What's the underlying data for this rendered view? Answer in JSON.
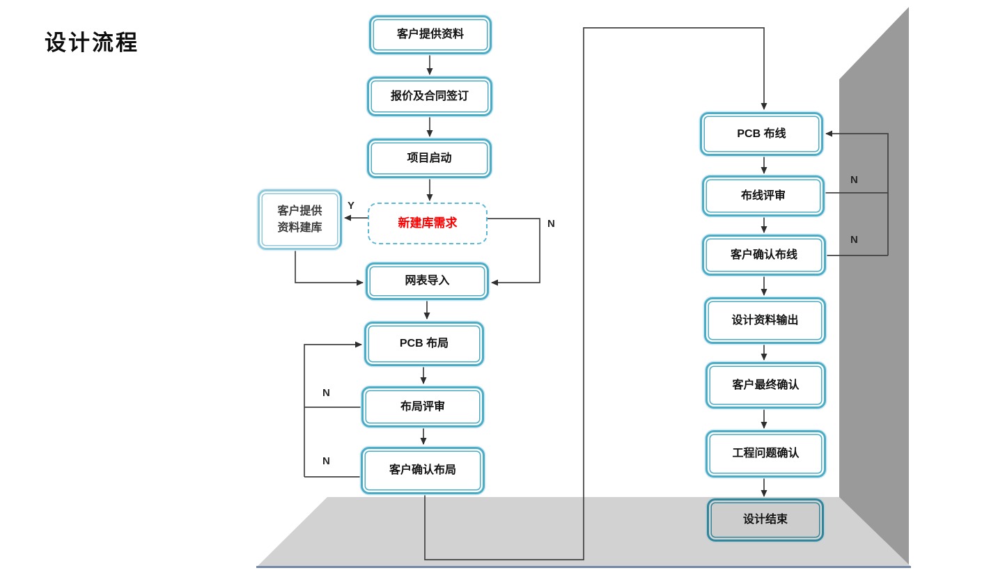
{
  "title": "设计流程",
  "nodes": {
    "left": [
      {
        "label": "客户提供资料"
      },
      {
        "label": "报价及合同签订"
      },
      {
        "label": "项目启动"
      },
      {
        "label": "新建库需求"
      },
      {
        "label": "网表导入"
      },
      {
        "label": "PCB 布局"
      },
      {
        "label": "布局评审"
      },
      {
        "label": "客户确认布局"
      }
    ],
    "side": {
      "line1": "客户提供",
      "line2": "资料建库"
    },
    "right": [
      {
        "label": "PCB 布线"
      },
      {
        "label": "布线评审"
      },
      {
        "label": "客户确认布线"
      },
      {
        "label": "设计资料输出"
      },
      {
        "label": "客户最终确认"
      },
      {
        "label": "工程问题确认"
      },
      {
        "label": "设计结束"
      }
    ]
  },
  "branch_labels": {
    "new_lib_yes": "Y",
    "new_lib_no": "N",
    "layout_review_no": "N",
    "layout_confirm_no": "N",
    "routing_review_no": "N",
    "routing_confirm_no": "N"
  },
  "colors": {
    "node_border": "#4bacc6",
    "side_node_border": "#8fc9dc",
    "decision_border": "#5bb8d4",
    "decision_text": "#ff0000",
    "end_node_border": "#31859b",
    "end_node_fill": "#cdcdcd",
    "wall": "#9a9a9a",
    "floor": "#d2d2d2",
    "floor_edge": "#7286a5",
    "connector": "#404040"
  }
}
